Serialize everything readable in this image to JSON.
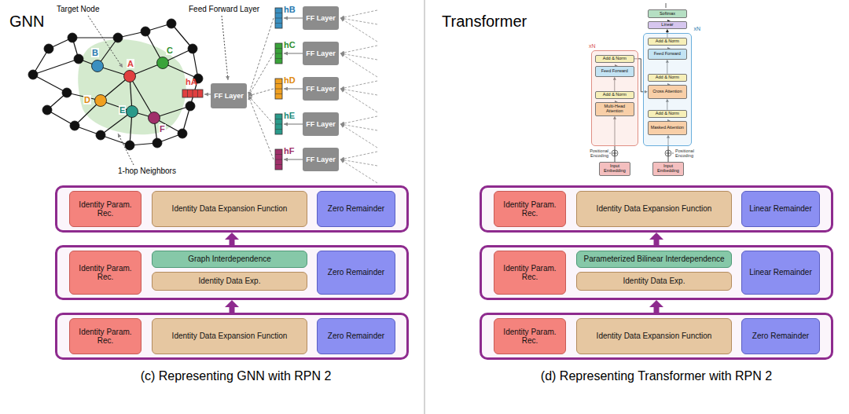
{
  "diagram": {
    "nodes": [
      {
        "text": [
          "FF Layer"
        ]
      },
      {
        "text": [
          "FF Layer"
        ]
      },
      {
        "text": [
          "FF Layer"
        ]
      },
      {
        "text": [
          "FF Layer"
        ]
      },
      {
        "text": [
          "FF Layer"
        ]
      },
      {
        "text": [
          "FF Layer"
        ]
      },
      {
        "text": []
      },
      {
        "text": [
          "Identity Param. Rec."
        ],
        "in": 6
      },
      {
        "text": [
          "Identity Data Expansion Function"
        ],
        "in": 6
      },
      {
        "text": [
          "Zero Remainder"
        ],
        "in": 6
      },
      {
        "text": []
      },
      {
        "text": [
          "Identity Param. Rec."
        ],
        "in": 10
      },
      {
        "text": [
          "Graph Interdependence"
        ],
        "in": 10
      },
      {
        "text": [
          "Identity Data Exp."
        ],
        "in": 10
      },
      {
        "text": [
          "Zero Remainder"
        ],
        "in": 10
      },
      {
        "text": []
      },
      {
        "text": [
          "Identity Param. Rec."
        ],
        "in": 15
      },
      {
        "text": [
          "Identity Data Expansion Function"
        ],
        "in": 15
      },
      {
        "text": [
          "Zero Remainder"
        ],
        "in": 15
      },
      {
        "text": [
          "Softmax"
        ]
      },
      {
        "text": [
          "Linear"
        ]
      },
      {
        "text": [
          "xN"
        ]
      },
      {
        "text": [
          "Add & Norm"
        ],
        "in": 21
      },
      {
        "text": [
          "Feed Forward"
        ],
        "in": 21
      },
      {
        "text": [
          "Add & Norm"
        ],
        "in": 21
      },
      {
        "text": [
          "Multi-Head Attention"
        ],
        "in": 21
      },
      {
        "text": [
          "xN"
        ]
      },
      {
        "text": [
          "Add & Norm"
        ],
        "in": 26
      },
      {
        "text": [
          "Feed Forward"
        ],
        "in": 26
      },
      {
        "text": [
          "Add & Norm"
        ],
        "in": 26
      },
      {
        "text": [
          "Cross Attention"
        ],
        "in": 26
      },
      {
        "text": [
          "Add & Norm"
        ],
        "in": 26
      },
      {
        "text": [
          "Masked Attention"
        ],
        "in": 26
      },
      {
        "text": [
          "Input Embedding"
        ]
      },
      {
        "text": [
          "Input Embedding"
        ]
      },
      {
        "text": []
      },
      {
        "text": [
          "Identity Param. Rec."
        ],
        "in": 35
      },
      {
        "text": [
          "Identity Data Expansion Function"
        ],
        "in": 35
      },
      {
        "text": [
          "Linear Remainder"
        ],
        "in": 35
      },
      {
        "text": []
      },
      {
        "text": [
          "Identity Param. Rec."
        ],
        "in": 39
      },
      {
        "text": [
          "Parameterized Bilinear Interdependence"
        ],
        "in": 39
      },
      {
        "text": [
          "Identity Data Exp."
        ],
        "in": 39
      },
      {
        "text": [
          "Linear Remainder"
        ],
        "in": 39
      },
      {
        "text": []
      },
      {
        "text": [
          "Identity Param. Rec."
        ],
        "in": 44
      },
      {
        "text": [
          "Identity Data Expansion Function"
        ],
        "in": 44
      },
      {
        "text": [
          "Zero Remainder"
        ],
        "in": 44
      }
    ],
    "edges": [
      {
        "from": 15,
        "to": 10,
        "arrow": "to"
      },
      {
        "from": 10,
        "to": 6,
        "arrow": "to"
      },
      {
        "from": 44,
        "to": 39,
        "arrow": "to"
      },
      {
        "from": 39,
        "to": 35,
        "arrow": "to"
      },
      {
        "from": 33,
        "to": 25,
        "arrow": "to"
      },
      {
        "from": 25,
        "to": 24,
        "arrow": "to"
      },
      {
        "from": 24,
        "to": 23,
        "arrow": "to"
      },
      {
        "from": 23,
        "to": 22,
        "arrow": "to"
      },
      {
        "from": 22,
        "to": 30,
        "arrow": "to"
      },
      {
        "from": 34,
        "to": 32,
        "arrow": "to"
      },
      {
        "from": 32,
        "to": 31,
        "arrow": "to"
      },
      {
        "from": 31,
        "to": 30,
        "arrow": "to"
      },
      {
        "from": 30,
        "to": 29,
        "arrow": "to"
      },
      {
        "from": 29,
        "to": 28,
        "arrow": "to"
      },
      {
        "from": 28,
        "to": 27,
        "arrow": "to"
      },
      {
        "from": 27,
        "to": 20,
        "arrow": "to"
      },
      {
        "from": 20,
        "to": 19,
        "arrow": "to"
      }
    ],
    "labels": [
      "GNN",
      "Target Node",
      "Feed Forward Layer",
      "1-hop Neighbors",
      "A",
      "B",
      "C",
      "D",
      "E",
      "F",
      "hA",
      "hB",
      "hC",
      "hD",
      "hE",
      "hF",
      "(c) Representing GNN with RPN 2",
      "Transformer",
      "Positional Encoding",
      "Positional Encoding",
      "(d) Representing Transformer with RPN 2"
    ]
  }
}
